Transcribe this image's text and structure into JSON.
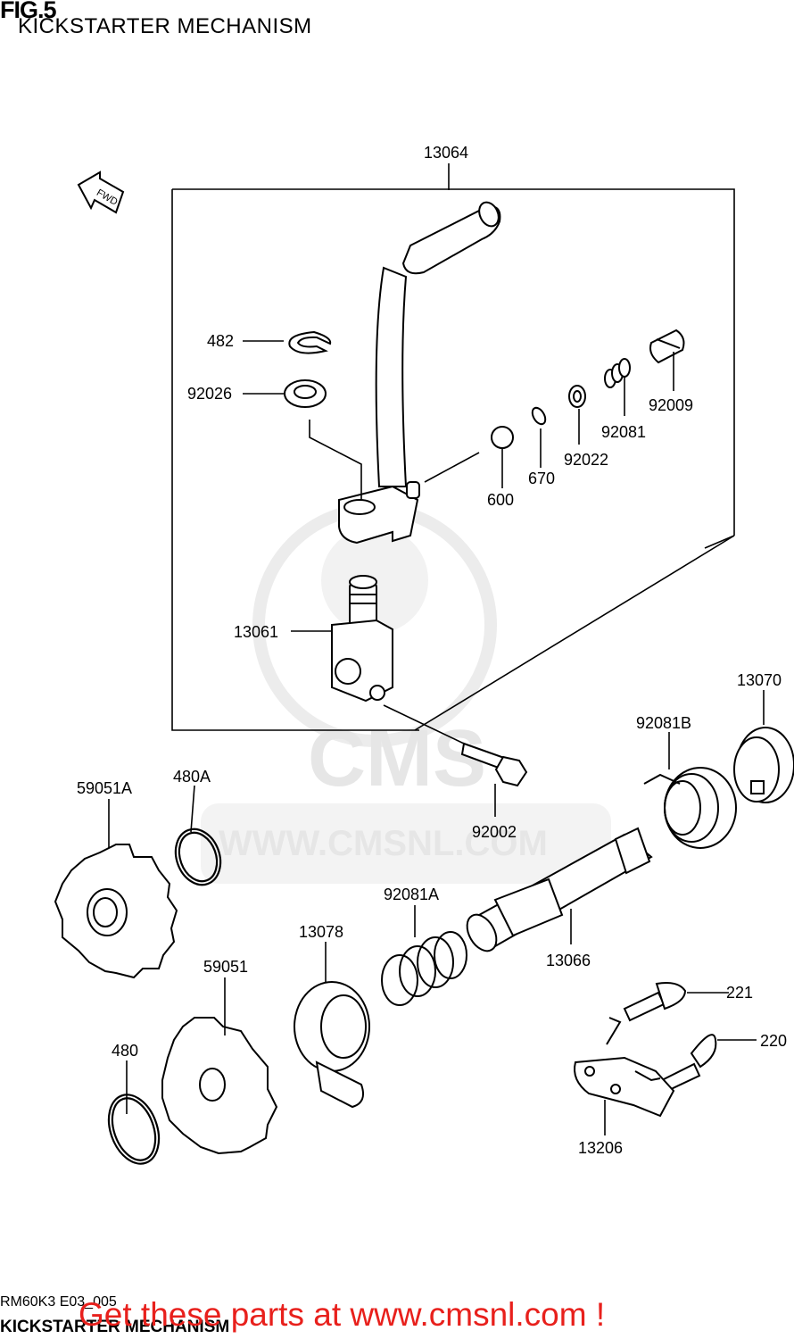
{
  "header": {
    "fig": "FIG.5",
    "subtitle": "KICKSTARTER MECHANISM"
  },
  "footer": {
    "code": "RM60K3 E03_005",
    "name": "KICKSTARTER MECHANISM"
  },
  "promo": "Get these parts at www.cmsnl.com !",
  "watermark": {
    "logo": "CMS",
    "url": "WWW.CMSNL.COM"
  },
  "fwd_label": "FWD",
  "parts": {
    "p13064": "13064",
    "p482": "482",
    "p92026": "92026",
    "p92009": "92009",
    "p92081": "92081",
    "p92022": "92022",
    "p670": "670",
    "p600": "600",
    "p13061": "13061",
    "p13070": "13070",
    "p92081B": "92081B",
    "p59051A": "59051A",
    "p480A": "480A",
    "p92002": "92002",
    "p92081A": "92081A",
    "p13078": "13078",
    "p13066": "13066",
    "p59051": "59051",
    "p221": "221",
    "p220": "220",
    "p480": "480",
    "p13206": "13206"
  },
  "colors": {
    "promo": "#e8201c",
    "watermark": "#e6e6e6",
    "line": "#000000"
  }
}
